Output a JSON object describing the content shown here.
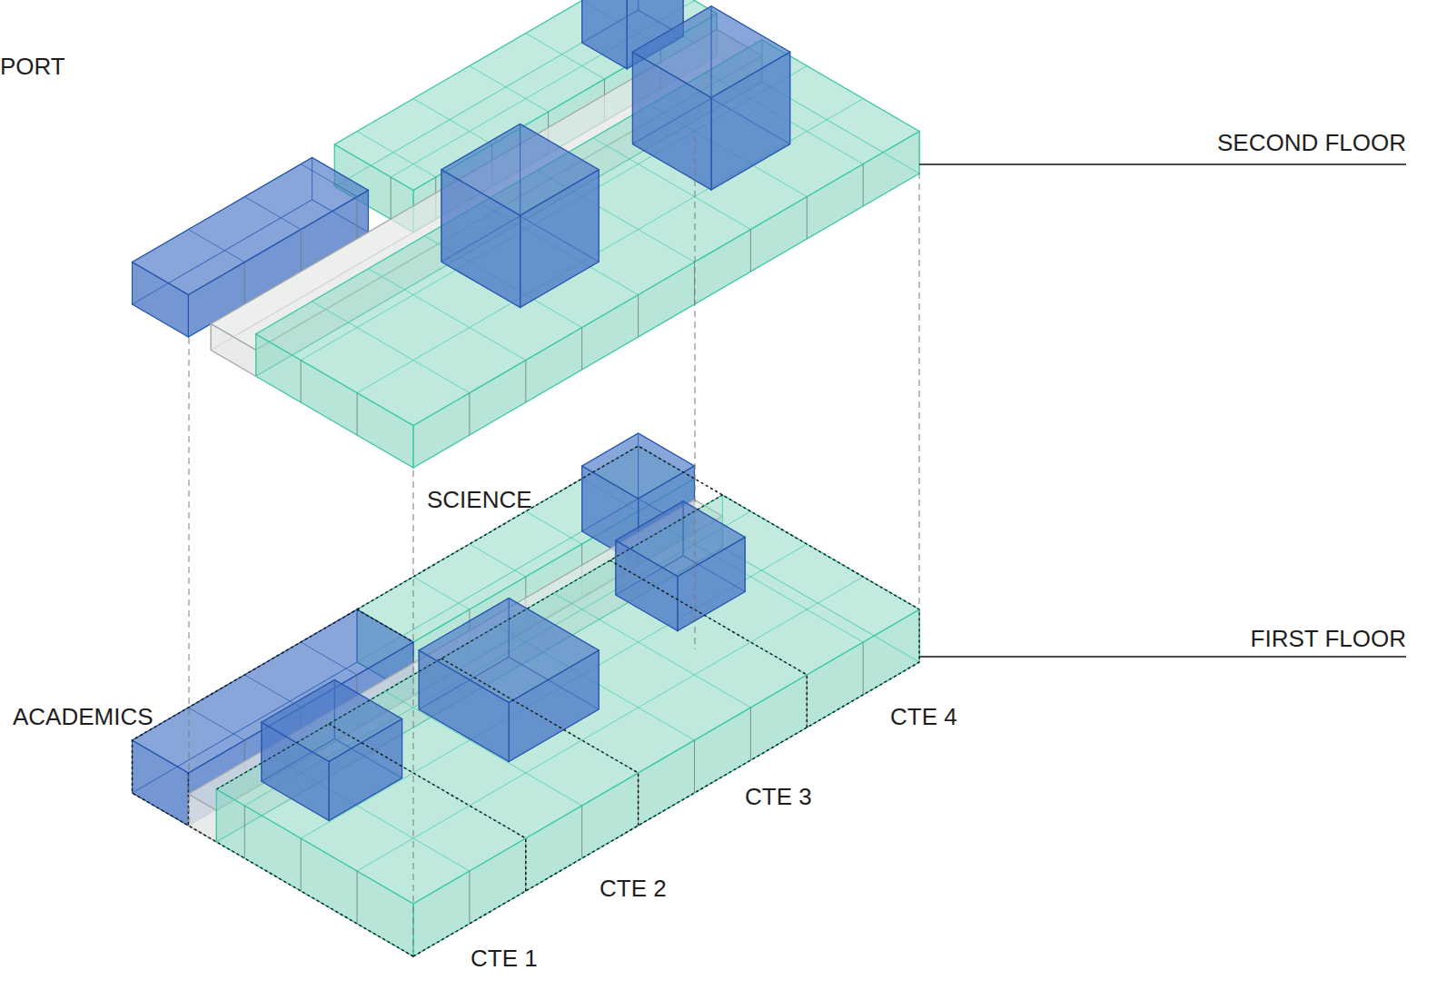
{
  "diagram": {
    "labels": [
      "PORT",
      "SECOND FLOOR",
      "FIRST FLOOR",
      "SCIENCE",
      "ACADEMICS",
      "CTE 4",
      "CTE 3",
      "CTE 2",
      "CTE 1"
    ]
  }
}
